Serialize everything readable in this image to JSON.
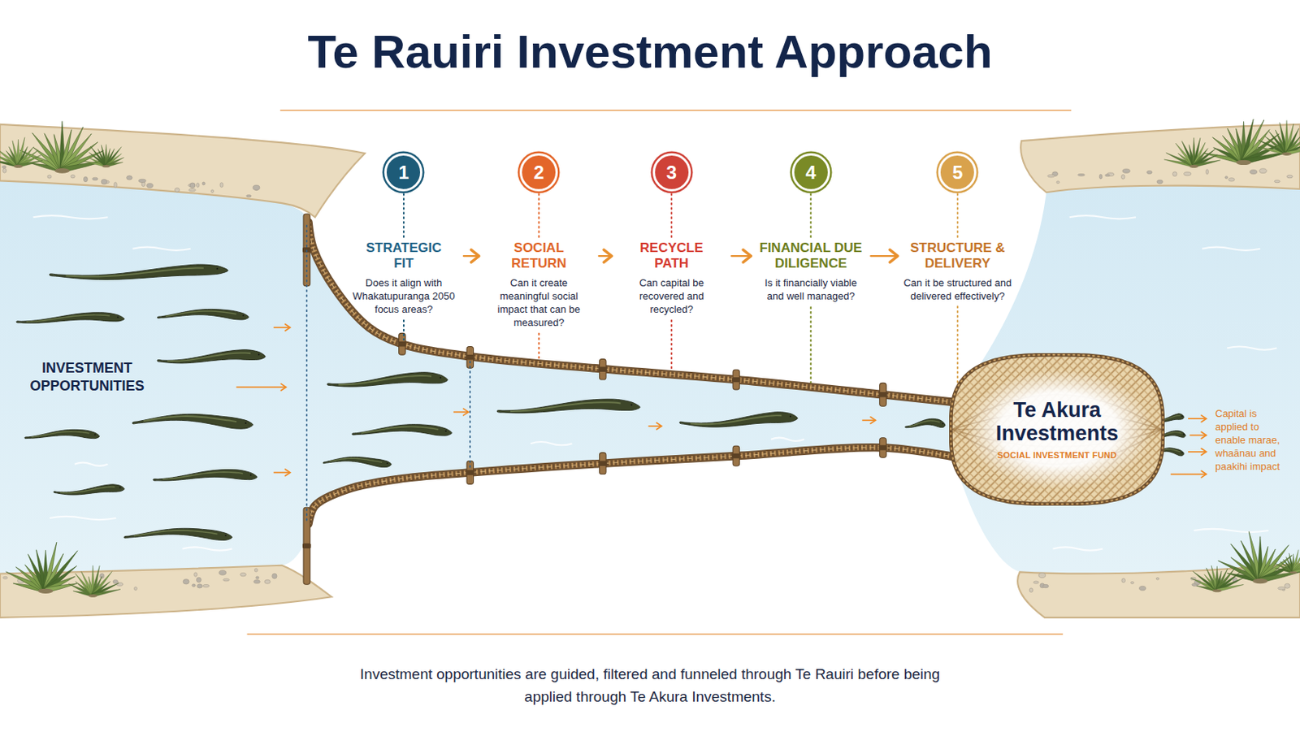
{
  "diagram": {
    "title": "Te Rauiri Investment Approach",
    "caption": "Investment opportunities are guided, filtered and funneled through Te Rauiri before being applied through Te Akura Investments.",
    "nodes": [
      {
        "text": [
          "1"
        ]
      },
      {
        "text": [
          "STRATEGIC FIT",
          "Does it align with Whakatupuranga 2050 focus areas?"
        ]
      },
      {
        "text": [
          "2"
        ]
      },
      {
        "text": [
          "SOCIAL RETURN",
          "Can it create meaningful social impact that can be measured?"
        ]
      },
      {
        "text": [
          "3"
        ]
      },
      {
        "text": [
          "RECYCLE PATH",
          "Can capital be recovered and recycled?"
        ]
      },
      {
        "text": [
          "4"
        ]
      },
      {
        "text": [
          "FINANCIAL DUE DILIGENCE",
          "Is it financially viable and well managed?"
        ]
      },
      {
        "text": [
          "5"
        ]
      },
      {
        "text": [
          "STRUCTURE & DELIVERY",
          "Can it be structured and delivered effectively?"
        ]
      },
      {
        "text": [
          "Te Akura Investments",
          "SOCIAL INVESTMENT FUND"
        ]
      }
    ],
    "edges": [
      {
        "from": 0,
        "to": 1,
        "arrow": "none"
      },
      {
        "from": 1,
        "to": 3,
        "arrow": "to"
      },
      {
        "from": 2,
        "to": 3,
        "arrow": "none"
      },
      {
        "from": 3,
        "to": 5,
        "arrow": "to"
      },
      {
        "from": 4,
        "to": 5,
        "arrow": "none"
      },
      {
        "from": 5,
        "to": 7,
        "arrow": "to"
      },
      {
        "from": 6,
        "to": 7,
        "arrow": "none"
      },
      {
        "from": 7,
        "to": 9,
        "arrow": "to"
      },
      {
        "from": 8,
        "to": 9,
        "arrow": "none"
      },
      {
        "from": 9,
        "to": 10,
        "arrow": "none"
      }
    ],
    "labels": [
      "INVESTMENT OPPORTUNITIES",
      "Capital is applied to enable marae, whaānau and paakihi impact"
    ]
  }
}
